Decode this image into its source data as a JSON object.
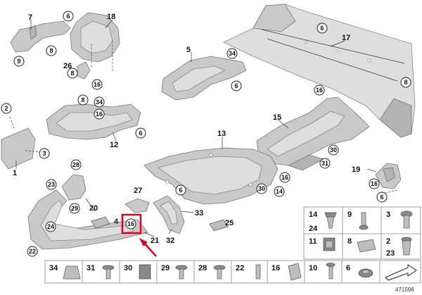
{
  "diagram_ref": "471596",
  "highlight_color": "#e0001b",
  "part_labels": {
    "p1": "1",
    "p2": "2",
    "p3": "3",
    "p4": "4",
    "p5": "5",
    "p7": "7",
    "p12": "12",
    "p13": "13",
    "p15": "15",
    "p17": "17",
    "p18": "18",
    "p19": "19",
    "p20": "20",
    "p21": "21",
    "p22": "22",
    "p23": "23",
    "p24": "24",
    "p25": "25",
    "p26": "26",
    "p27": "27",
    "p28": "28",
    "p29": "29",
    "p30": "30",
    "p31": "31",
    "p32": "32",
    "p33": "33",
    "p34": "34",
    "p6": "6",
    "p8": "8",
    "p9": "9",
    "p14": "14",
    "p16": "16"
  },
  "hardware_grid": {
    "row1": [
      "14",
      "9",
      "3"
    ],
    "row1_sub": [
      "24"
    ],
    "row2": [
      "11",
      "8",
      "2"
    ],
    "row2_sub": [
      "23"
    ],
    "bottom_row": [
      "34",
      "31",
      "30",
      "29",
      "28",
      "22",
      "16",
      "10",
      "6"
    ]
  },
  "highlighted_part": "16",
  "icons": {
    "arrow": "red-pointer-arrow-icon",
    "legend": "part-type-arrow-icon"
  }
}
